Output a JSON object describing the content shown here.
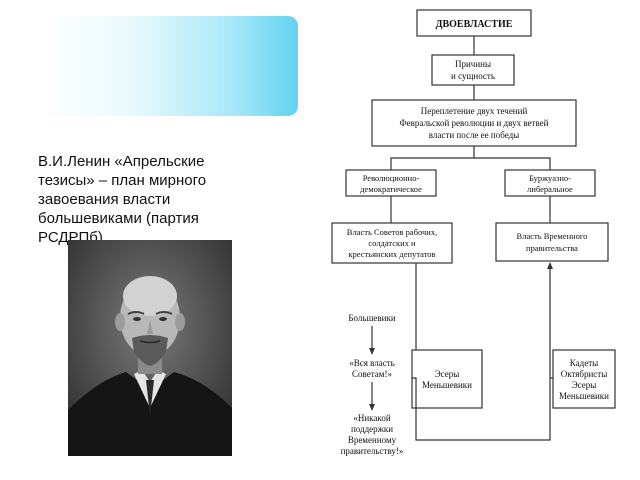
{
  "caption": "В.И.Ленин «Апрельские тезисы» – план мирного завоевания власти большевиками (партия РСДРПб)",
  "diagram": {
    "title": "ДВОЕВЛАСТИЕ",
    "causes": [
      "Причины",
      "и сущность"
    ],
    "intertwining": [
      "Переплетение двух течений",
      "Февральской революции и двух ветвей",
      "власти после ее победы"
    ],
    "revolutionary": [
      "Революционно-",
      "демократическое"
    ],
    "bourgeois": [
      "Буржуазно-",
      "либеральное"
    ],
    "soviets": [
      "Власть Советов рабочих,",
      "солдатских и",
      "крестьянских депутатов"
    ],
    "provisional": [
      "Власть Временного",
      "правительства"
    ],
    "bolsheviks": "Большевики",
    "slogan_all_power": [
      "«Вся власть",
      "Советам!»"
    ],
    "slogan_no_support": [
      "«Никакой",
      "поддержки",
      "Временному",
      "правительству!»"
    ],
    "sr_mensheviks": [
      "Эсеры",
      "Меньшевики"
    ],
    "right_parties": [
      "Кадеты",
      "Октябристы",
      "Эсеры",
      "Меньшевики"
    ]
  },
  "colors": {
    "header_gradient_end": "#62d3ef",
    "diagram_stroke": "#333333"
  }
}
